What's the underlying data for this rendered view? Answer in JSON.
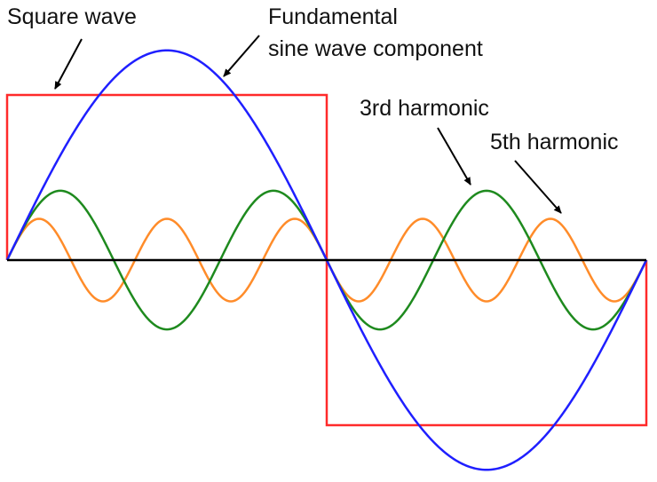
{
  "labels": {
    "square_wave": "Square wave",
    "fundamental_line1": "Fundamental",
    "fundamental_line2": "sine wave component",
    "third_harmonic": "3rd harmonic",
    "fifth_harmonic": "5th harmonic"
  },
  "waves": {
    "square": {
      "color": "#ff2a2a",
      "amplitude": 1.0
    },
    "fundamental": {
      "color": "#1f1fff",
      "amplitude": 1.27,
      "harmonic": 1
    },
    "third": {
      "color": "#1e8a1e",
      "amplitude": 0.42,
      "harmonic": 3
    },
    "fifth": {
      "color": "#ff8c2a",
      "amplitude": 0.25,
      "harmonic": 5
    }
  },
  "colors": {
    "axis": "#000000",
    "arrow": "#000000",
    "background": "#ffffff"
  }
}
